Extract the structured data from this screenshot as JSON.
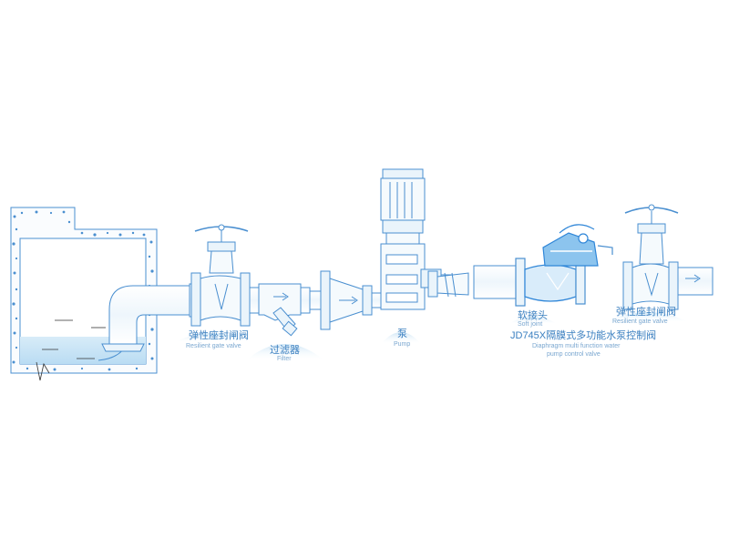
{
  "colors": {
    "line": "#4a8fd0",
    "light": "#eaf4fb",
    "water": "#cfe6f6",
    "accent": "#2f86d8",
    "text": "#3a7fc0",
    "sub": "#7aa7d0"
  },
  "labels": {
    "gate_valve_1_cn": "弹性座封闸阀",
    "gate_valve_1_en": "Resilient  gate valve",
    "filter_cn": "过滤器",
    "filter_en": "Filter",
    "pump_cn": "泵",
    "pump_en": "Pump",
    "soft_joint_cn": "软接头",
    "soft_joint_en": "Soft joint",
    "control_valve_cn": "JD745X隔膜式多功能水泵控制阀",
    "control_valve_en_1": "Diaphragm multi function water",
    "control_valve_en_2": "pump control valve",
    "gate_valve_2_cn": "弹性座封闸阀",
    "gate_valve_2_en": "Resilient  gate valve"
  }
}
